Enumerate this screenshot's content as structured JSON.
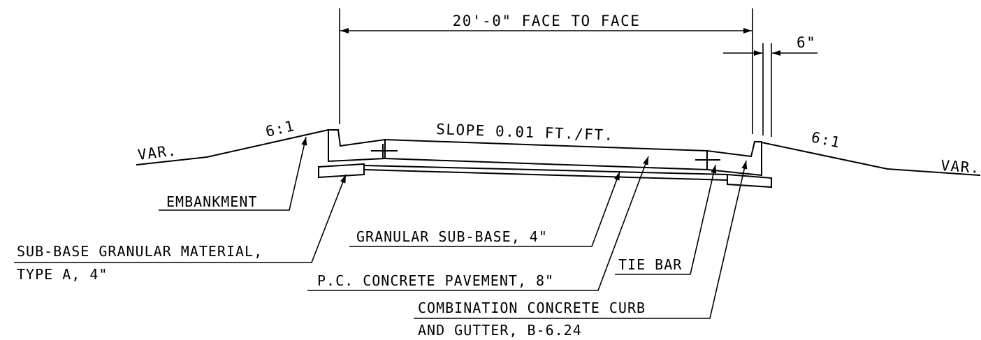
{
  "dimensions": {
    "width": "20'-0\" FACE TO FACE",
    "curb_offset": "6\""
  },
  "slopes": {
    "left_side": "6:1",
    "right_side": "6:1",
    "pavement": "SLOPE 0.01 FT./FT."
  },
  "variable": {
    "left": "VAR.",
    "right": "VAR."
  },
  "callouts": {
    "embankment": "EMBANKMENT",
    "granular_subbase": "GRANULAR SUB-BASE, 4\"",
    "subbase_material_line1": "SUB-BASE GRANULAR MATERIAL,",
    "subbase_material_line2": "TYPE A, 4\"",
    "pc_pavement": "P.C. CONCRETE PAVEMENT, 8\"",
    "tie_bar": "TIE BAR",
    "curb_gutter_line1": "COMBINATION CONCRETE CURB",
    "curb_gutter_line2": "AND GUTTER, B-6.24"
  }
}
